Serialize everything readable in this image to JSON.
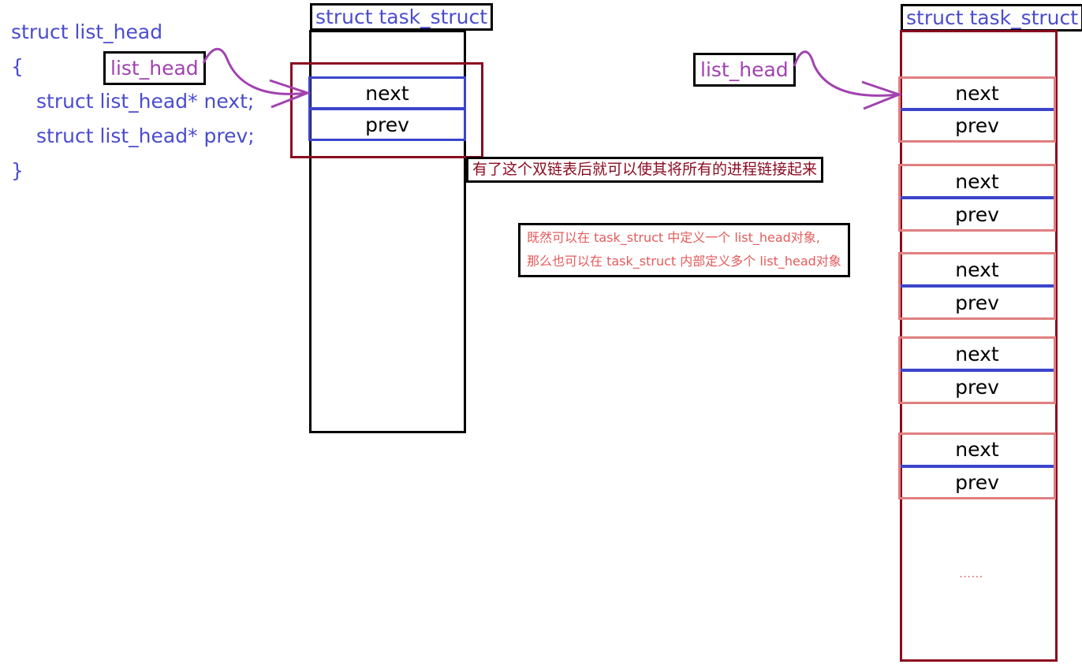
{
  "code": {
    "line1": "struct list_head",
    "line2": "{",
    "line3": "struct list_head* next;",
    "line4": "struct list_head* prev;",
    "line5": "}"
  },
  "labels": {
    "list_head_left": "list_head",
    "list_head_right": "list_head",
    "task_struct_left": "struct task_struct",
    "task_struct_right": "struct task_struct"
  },
  "left_node": {
    "next": "next",
    "prev": "prev"
  },
  "right_nodes": [
    {
      "next": "next",
      "prev": "prev"
    },
    {
      "next": "next",
      "prev": "prev"
    },
    {
      "next": "next",
      "prev": "prev"
    },
    {
      "next": "next",
      "prev": "prev"
    },
    {
      "next": "next",
      "prev": "prev"
    }
  ],
  "ellipsis": "......",
  "notes": {
    "doubly_linked": "有了这个双链表后就可以使其将所有的进程链接起来",
    "multi_line1": "既然可以在 task_struct 中定义一个 list_head对象,",
    "multi_line2": "那么也可以在 task_struct 内部定义多个 list_head对象"
  },
  "colors": {
    "code_blue": "#4a4ccf",
    "label_purple": "#a142b0",
    "dark_red": "#8b0a1f",
    "pink": "#e07f80",
    "node_blue": "#3b44cc"
  }
}
